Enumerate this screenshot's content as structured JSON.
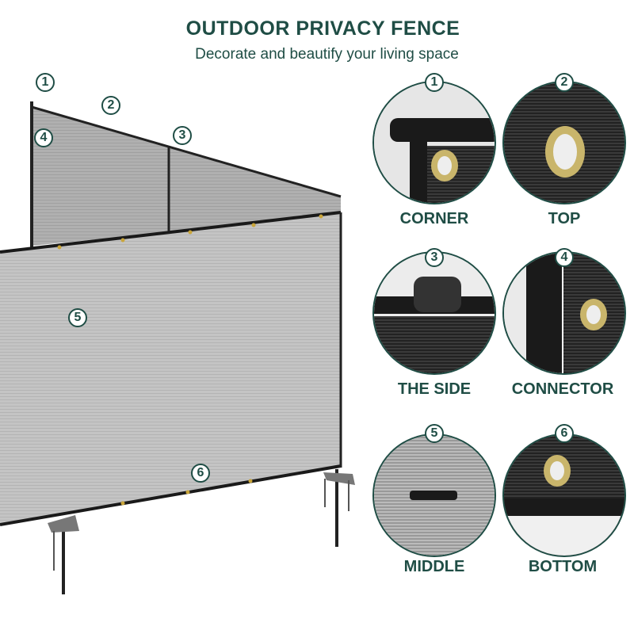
{
  "header": {
    "title": "OUTDOOR PRIVACY FENCE",
    "subtitle": "Decorate and beautify your living space"
  },
  "colors": {
    "accent": "#1f4d45"
  },
  "markers": [
    "1",
    "2",
    "3",
    "4",
    "5",
    "6"
  ],
  "details": [
    {
      "number": "1",
      "label": "CORNER"
    },
    {
      "number": "2",
      "label": "TOP"
    },
    {
      "number": "3",
      "label": "THE SIDE"
    },
    {
      "number": "4",
      "label": "CONNECTOR"
    },
    {
      "number": "5",
      "label": "MIDDLE"
    },
    {
      "number": "6",
      "label": "BOTTOM"
    }
  ]
}
